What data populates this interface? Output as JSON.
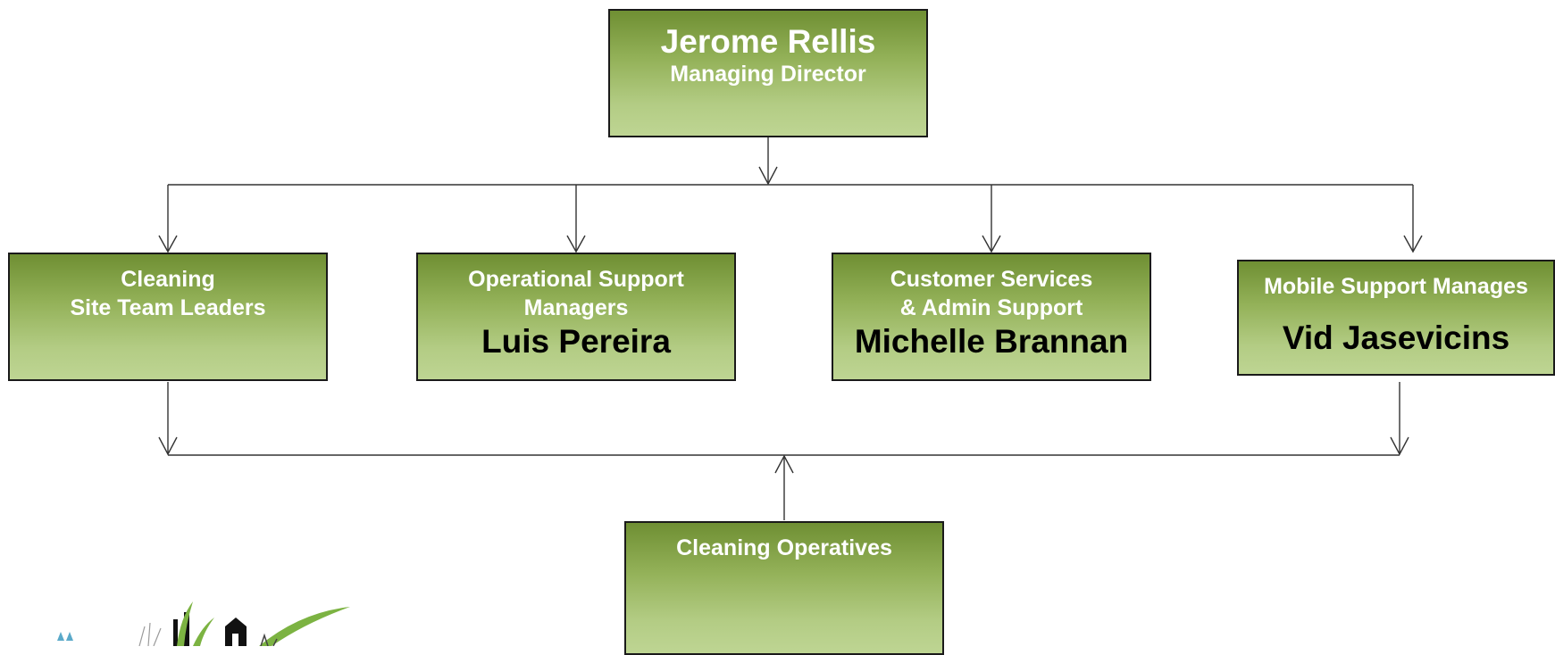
{
  "director": {
    "name": "Jerome Rellis",
    "role": "Managing Director"
  },
  "departments": [
    {
      "title": "Cleaning\nSite Team Leaders",
      "person": ""
    },
    {
      "title": "Operational Support\nManagers",
      "person": "Luis Pereira"
    },
    {
      "title": "Customer Services\n& Admin Support",
      "person": "Michelle Brannan"
    },
    {
      "title": "Mobile Support Manages",
      "person": "Vid Jasevicins"
    }
  ],
  "operatives": {
    "title": "Cleaning Operatives"
  },
  "colors": {
    "box_top": "#6f8f33",
    "box_bottom": "#bed593",
    "border": "#1a1a1a",
    "line": "#333333"
  },
  "icons": [
    "logo-graphic"
  ]
}
